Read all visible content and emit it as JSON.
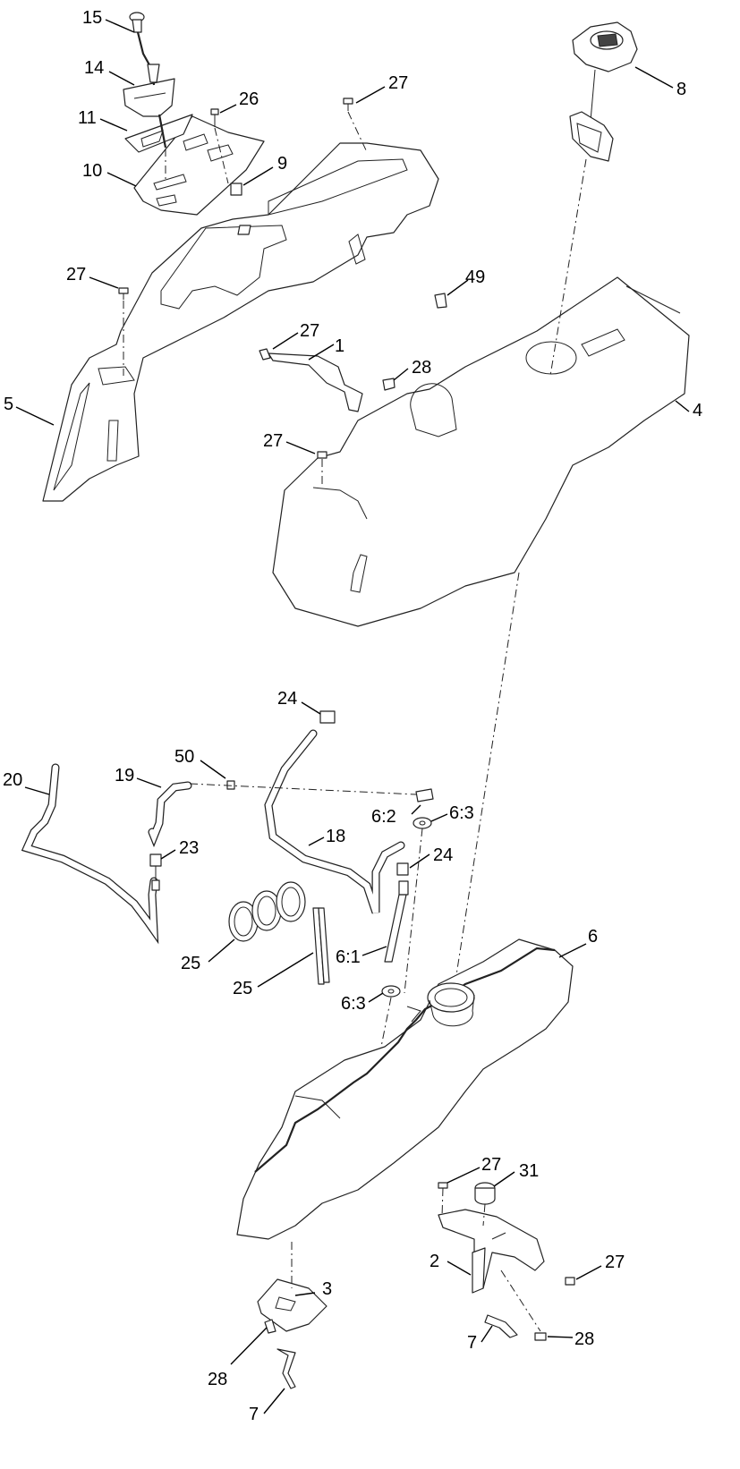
{
  "callouts": [
    {
      "id": "c15",
      "label": "15"
    },
    {
      "id": "c14",
      "label": "14"
    },
    {
      "id": "c11",
      "label": "11"
    },
    {
      "id": "c10",
      "label": "10"
    },
    {
      "id": "c26",
      "label": "26"
    },
    {
      "id": "c27a",
      "label": "27"
    },
    {
      "id": "c9",
      "label": "9"
    },
    {
      "id": "c8",
      "label": "8"
    },
    {
      "id": "c27b",
      "label": "27"
    },
    {
      "id": "c49",
      "label": "49"
    },
    {
      "id": "c27c",
      "label": "27"
    },
    {
      "id": "c1",
      "label": "1"
    },
    {
      "id": "c28a",
      "label": "28"
    },
    {
      "id": "c5",
      "label": "5"
    },
    {
      "id": "c4",
      "label": "4"
    },
    {
      "id": "c27d",
      "label": "27"
    },
    {
      "id": "c24a",
      "label": "24"
    },
    {
      "id": "c50",
      "label": "50"
    },
    {
      "id": "c20",
      "label": "20"
    },
    {
      "id": "c19",
      "label": "19"
    },
    {
      "id": "c6_2",
      "label": "6:2"
    },
    {
      "id": "c6_3a",
      "label": "6:3"
    },
    {
      "id": "c18",
      "label": "18"
    },
    {
      "id": "c24b",
      "label": "24"
    },
    {
      "id": "c23",
      "label": "23"
    },
    {
      "id": "c6",
      "label": "6"
    },
    {
      "id": "c25a",
      "label": "25"
    },
    {
      "id": "c6_1",
      "label": "6:1"
    },
    {
      "id": "c25b",
      "label": "25"
    },
    {
      "id": "c6_3b",
      "label": "6:3"
    },
    {
      "id": "c27e",
      "label": "27"
    },
    {
      "id": "c31",
      "label": "31"
    },
    {
      "id": "c2",
      "label": "2"
    },
    {
      "id": "c27f",
      "label": "27"
    },
    {
      "id": "c3",
      "label": "3"
    },
    {
      "id": "c28b",
      "label": "28"
    },
    {
      "id": "c7a",
      "label": "7"
    },
    {
      "id": "c28c",
      "label": "28"
    },
    {
      "id": "c7b",
      "label": "7"
    }
  ]
}
